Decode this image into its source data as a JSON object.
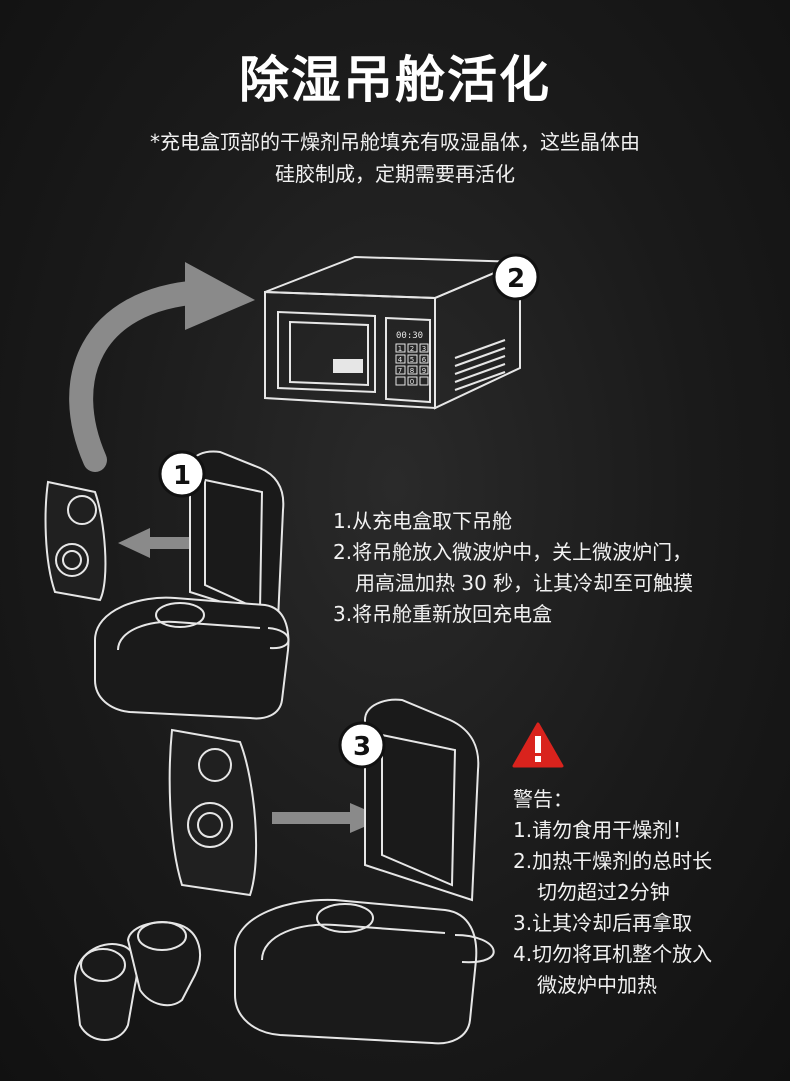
{
  "title": "除湿吊舱活化",
  "subtitle": {
    "line1": "*充电盒顶部的干燥剂吊舱填充有吸湿晶体，这些晶体由",
    "line2": "硅胶制成，定期需要再活化"
  },
  "badges": [
    "1",
    "2",
    "3"
  ],
  "microwave_display": "00:30",
  "microwave_keys": [
    "1",
    "2",
    "3",
    "4",
    "5",
    "6",
    "7",
    "8",
    "9",
    "0"
  ],
  "steps": [
    "1.从充电盒取下吊舱",
    "2.将吊舱放入微波炉中，关上微波炉门，",
    "用高温加热 30 秒，让其冷却至可触摸",
    "3.将吊舱重新放回充电盒"
  ],
  "warning": {
    "heading": "警告：",
    "items": [
      "1.请勿食用干燥剂！",
      "2.加热干燥剂的总时长",
      "切勿超过2分钟",
      "3.让其冷却后再拿取",
      "4.切勿将耳机整个放入",
      "微波炉中加热"
    ]
  },
  "colors": {
    "background": "#1a1a1a",
    "arrow_gray": "#8a8a8a",
    "warning_red": "#d9231d",
    "line": "#e6e6e6"
  }
}
